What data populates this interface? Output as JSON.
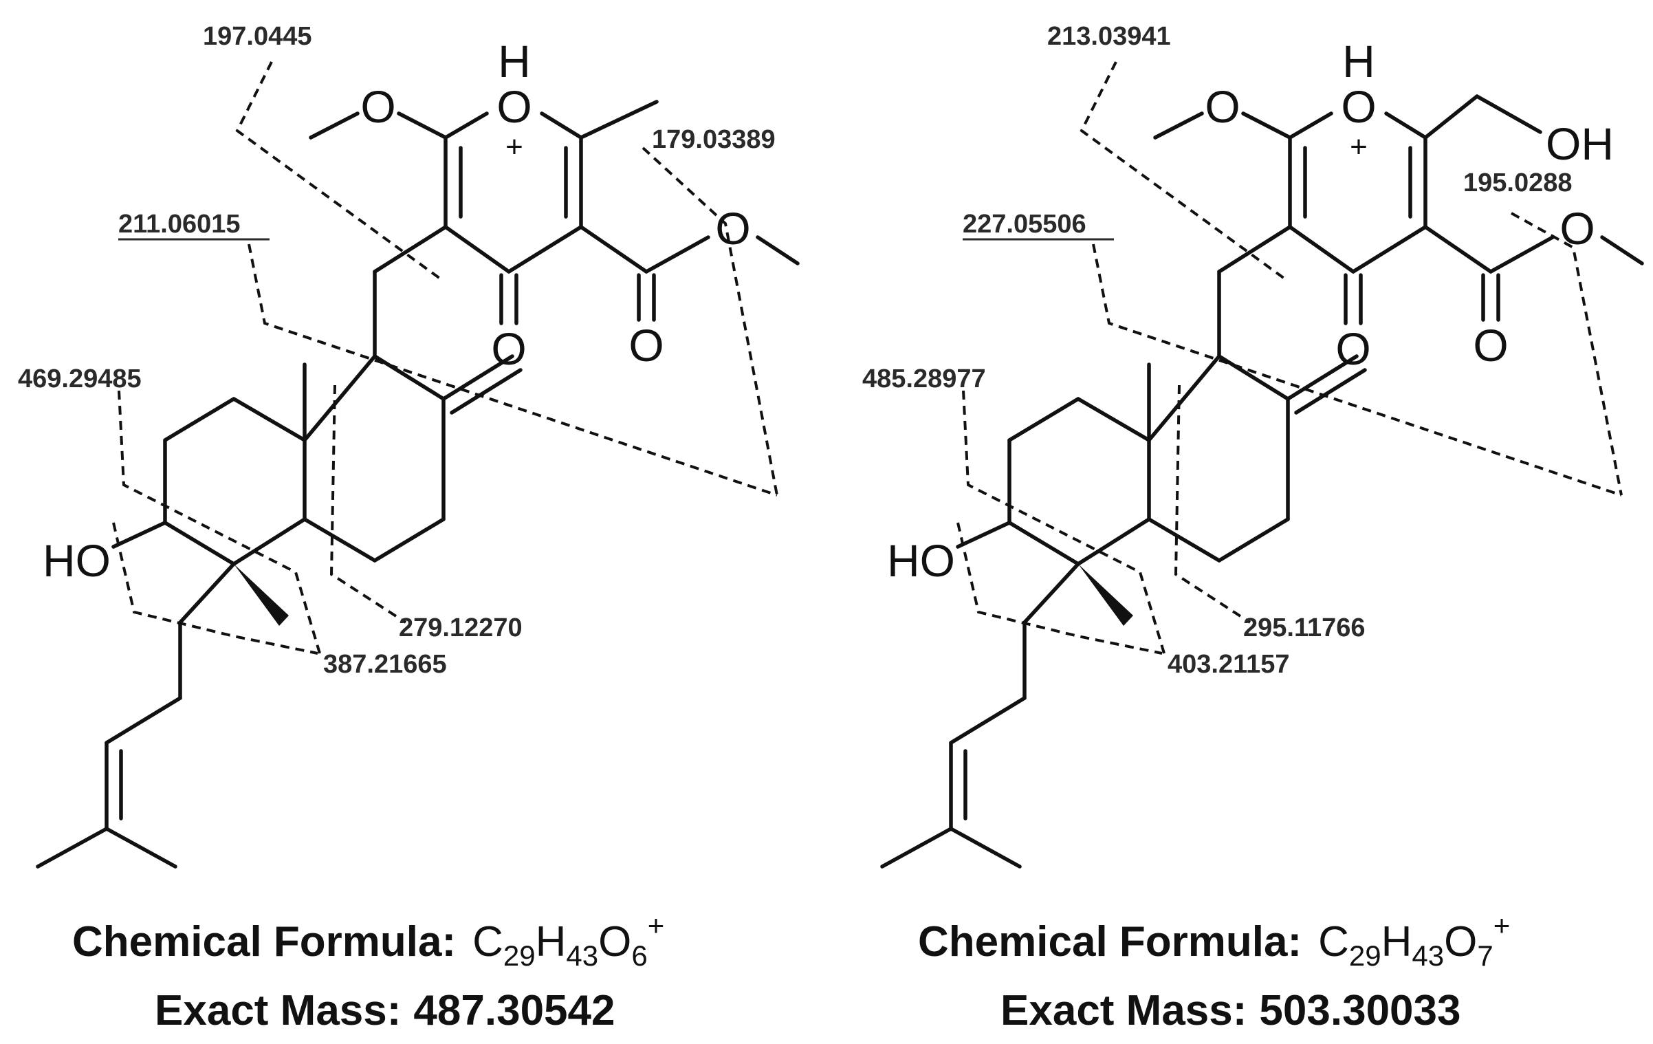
{
  "structures": [
    {
      "atoms": {
        "methoxy_o": "O",
        "ring_h": "H",
        "ring_o": "O",
        "charge": "+",
        "keto_o": "O",
        "ester_carbonyl_o": "O",
        "ester_o": "O",
        "hydroxyl": "HO",
        "side_oh": ""
      },
      "fragments": {
        "f1": "197.0445",
        "f2": "179.03389",
        "f3": "211.06015",
        "f4": "469.29485",
        "f5": "279.12270",
        "f6": "387.21665"
      },
      "caption": {
        "formula_label": "Chemical Formula:",
        "formula": {
          "C": "C",
          "c_count": "29",
          "H": "H",
          "h_count": "43",
          "O": "O",
          "o_count": "6",
          "charge": "+"
        },
        "mass_label": "Exact Mass:",
        "mass_value": "487.30542"
      }
    },
    {
      "atoms": {
        "methoxy_o": "O",
        "ring_h": "H",
        "ring_o": "O",
        "charge": "+",
        "keto_o": "O",
        "ester_carbonyl_o": "O",
        "ester_o": "O",
        "hydroxyl": "HO",
        "side_oh": "OH"
      },
      "fragments": {
        "f1": "213.03941",
        "f2": "195.0288",
        "f3": "227.05506",
        "f4": "485.28977",
        "f5": "295.11766",
        "f6": "403.21157"
      },
      "caption": {
        "formula_label": "Chemical Formula:",
        "formula": {
          "C": "C",
          "c_count": "29",
          "H": "H",
          "h_count": "43",
          "O": "O",
          "o_count": "7",
          "charge": "+"
        },
        "mass_label": "Exact Mass:",
        "mass_value": "503.30033"
      }
    }
  ]
}
